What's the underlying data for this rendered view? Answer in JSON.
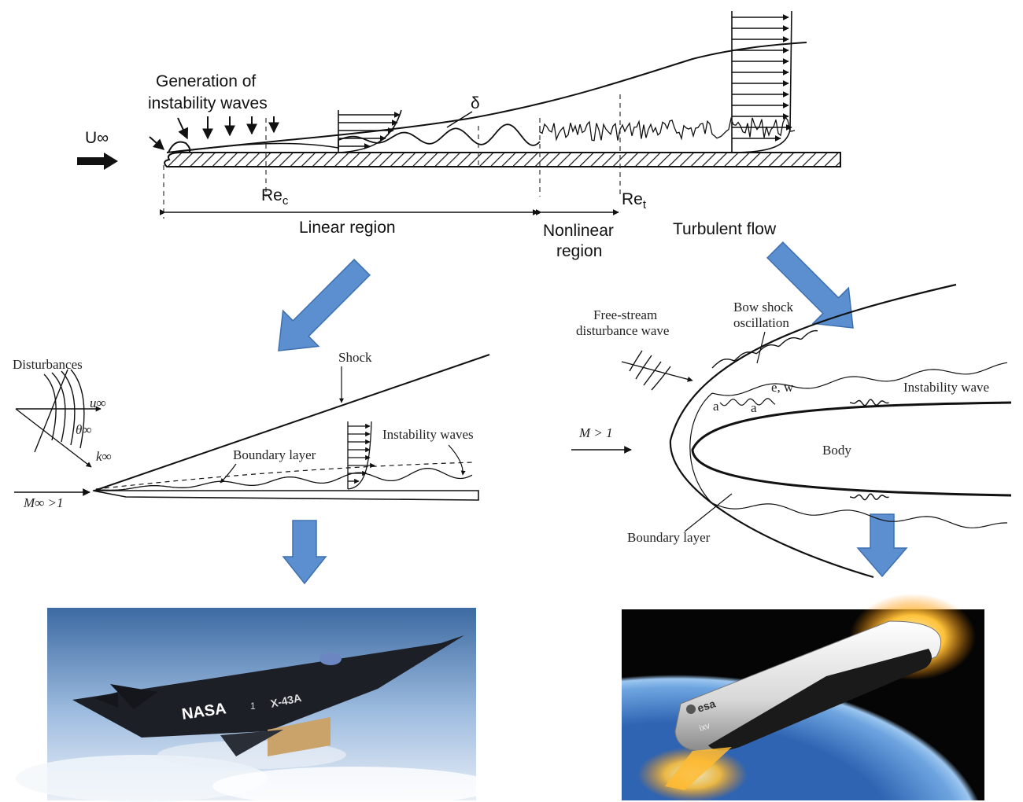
{
  "top_diagram": {
    "freestream_label": "U∞",
    "generation_label_line1": "Generation of",
    "generation_label_line2": "instability waves",
    "delta_label": "δ",
    "rec_label": "Re",
    "rec_sub": "c",
    "ret_label": "Re",
    "ret_sub": "t",
    "linear_region": "Linear region",
    "nonlinear_line1": "Nonlinear",
    "nonlinear_line2": "region",
    "turbulent_flow": "Turbulent flow"
  },
  "left_diagram": {
    "disturbances": "Disturbances",
    "u_inf": "u∞",
    "theta_inf": "θ∞",
    "k_inf": "k∞",
    "shock": "Shock",
    "instability_waves": "Instability waves",
    "boundary_layer": "Boundary layer",
    "mach": "M∞ >1"
  },
  "right_diagram": {
    "free_stream_line1": "Free-stream",
    "free_stream_line2": "disturbance wave",
    "bow_shock_line1": "Bow shock",
    "bow_shock_line2": "oscillation",
    "e_w": "e, w",
    "a": "a",
    "instability_wave": "Instability wave",
    "mach": "M > 1",
    "body": "Body",
    "boundary_layer": "Boundary layer"
  },
  "images": {
    "left_aircraft_text": "NASA",
    "left_aircraft_id": "X-43A",
    "left_aircraft_mark": "1",
    "right_vehicle_logo": "esa",
    "right_vehicle_id": "ixv"
  },
  "colors": {
    "arrow_fill": "#5b8fd0",
    "arrow_stroke": "#3e70b0",
    "sky_top": "#3f6fa6",
    "sky_bottom": "#dfe8f3",
    "space": "#050505",
    "earth": "#3a76c4",
    "plasma": "#ffb31a"
  }
}
